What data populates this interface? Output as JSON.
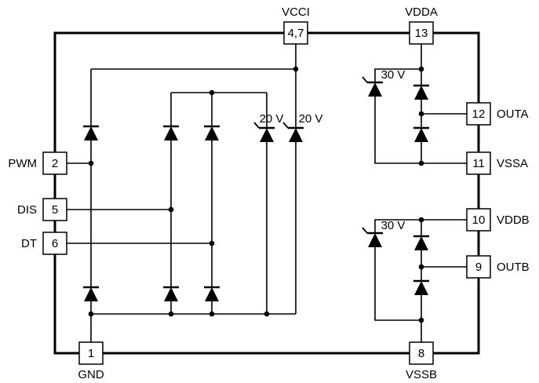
{
  "diagram": {
    "pins": {
      "vcci": {
        "name": "VCCI",
        "num": "4,7"
      },
      "vdda": {
        "name": "VDDA",
        "num": "13"
      },
      "pwm": {
        "name": "PWM",
        "num": "2"
      },
      "dis": {
        "name": "DIS",
        "num": "5"
      },
      "dt": {
        "name": "DT",
        "num": "6"
      },
      "outa": {
        "name": "OUTA",
        "num": "12"
      },
      "vssa": {
        "name": "VSSA",
        "num": "11"
      },
      "vddb": {
        "name": "VDDB",
        "num": "10"
      },
      "outb": {
        "name": "OUTB",
        "num": "9"
      },
      "gnd": {
        "name": "GND",
        "num": "1"
      },
      "vssb": {
        "name": "VSSB",
        "num": "8"
      }
    },
    "ratings": {
      "zener_input_rail": "20 V",
      "zener_vcci": "20 V",
      "zener_vdda": "30 V",
      "zener_vddb": "30 V"
    },
    "colors": {
      "line": "#000000",
      "background": "#ffffff"
    }
  }
}
